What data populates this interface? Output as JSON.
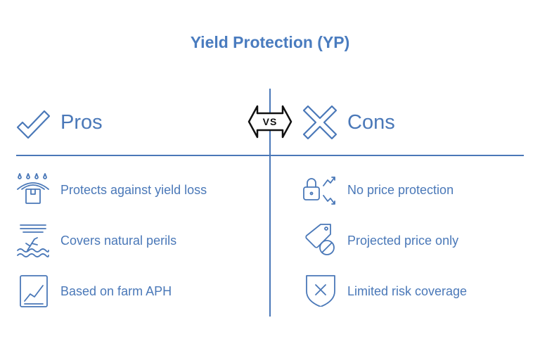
{
  "title": "Yield Protection (YP)",
  "vs_label": "VS",
  "pros": {
    "heading": "Pros",
    "icon": "checkmark-icon",
    "items": [
      {
        "label": "Protects against yield loss",
        "icon": "rain-crop-icon"
      },
      {
        "label": "Covers natural perils",
        "icon": "flood-icon"
      },
      {
        "label": "Based on farm APH",
        "icon": "chart-icon"
      }
    ]
  },
  "cons": {
    "heading": "Cons",
    "icon": "x-mark-icon",
    "items": [
      {
        "label": "No price protection",
        "icon": "lock-price-icon"
      },
      {
        "label": "Projected price only",
        "icon": "price-tag-blocked-icon"
      },
      {
        "label": "Limited risk coverage",
        "icon": "shield-x-icon"
      }
    ]
  },
  "colors": {
    "accent": "#4a78b8",
    "title": "#4a7cbf",
    "vs_text": "#111111"
  }
}
